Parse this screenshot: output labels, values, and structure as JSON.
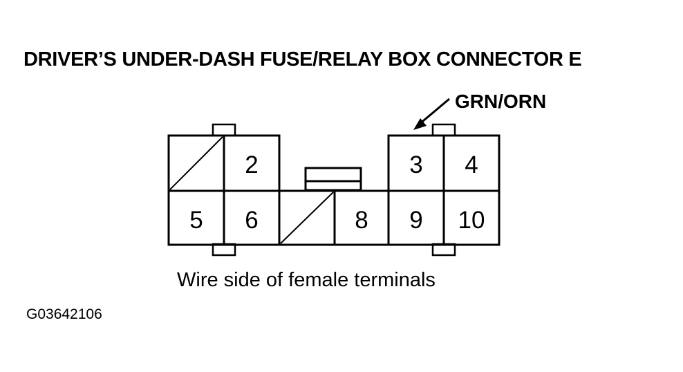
{
  "title": "DRIVER’S UNDER-DASH FUSE/RELAY BOX CONNECTOR E",
  "callout": {
    "label": "GRN/ORN",
    "terminal": "3"
  },
  "caption": "Wire side of female terminals",
  "figure_code": "G03642106",
  "terminals": {
    "t2": "2",
    "t3": "3",
    "t4": "4",
    "t5": "5",
    "t6": "6",
    "t8": "8",
    "t9": "9",
    "t10": "10"
  },
  "colors": {
    "line": "#000000",
    "background": "#ffffff"
  }
}
